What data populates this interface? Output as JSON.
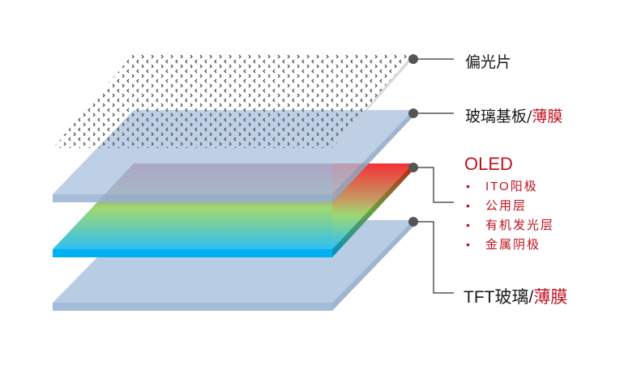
{
  "layers": {
    "polarizer": {
      "label": "偏光片"
    },
    "glass": {
      "label_black": "玻璃基板/",
      "label_red": "薄膜"
    },
    "oled": {
      "title": "OLED",
      "items": [
        {
          "prefix": "ITO",
          "text": "阳极"
        },
        {
          "prefix": "",
          "text": "公用层"
        },
        {
          "prefix": "",
          "text": "有机发光层"
        },
        {
          "prefix": "",
          "text": "金属阴极"
        }
      ],
      "bullet": "•"
    },
    "tft": {
      "label_black": "TFT玻璃/",
      "label_red": "薄膜"
    }
  },
  "colors": {
    "glass": "#b8cce4",
    "glass_edge": "#a4bcd9",
    "accent_red": "#c0121f",
    "connector": "#555555",
    "oled_top": "#ff2a2a",
    "oled_mid": "#a0d870",
    "oled_bottom": "#2ec0f4"
  }
}
